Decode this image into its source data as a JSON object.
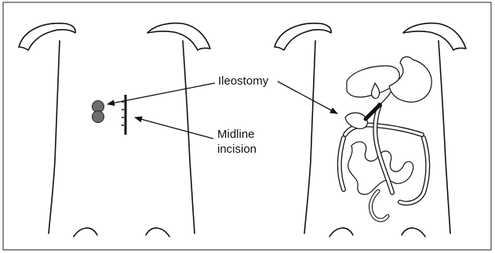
{
  "labels": {
    "ileostomy": "Ileostomy",
    "midline_line1": "Midline",
    "midline_line2": "incision"
  },
  "colors": {
    "outline": "#111111",
    "stoma_fill": "#6e6e6e",
    "frame": "#444444",
    "background": "#ffffff"
  },
  "figures": [
    {
      "name": "left-torso",
      "shows": "stoma and midline incision"
    },
    {
      "name": "right-torso",
      "shows": "internal bowel anatomy"
    }
  ]
}
